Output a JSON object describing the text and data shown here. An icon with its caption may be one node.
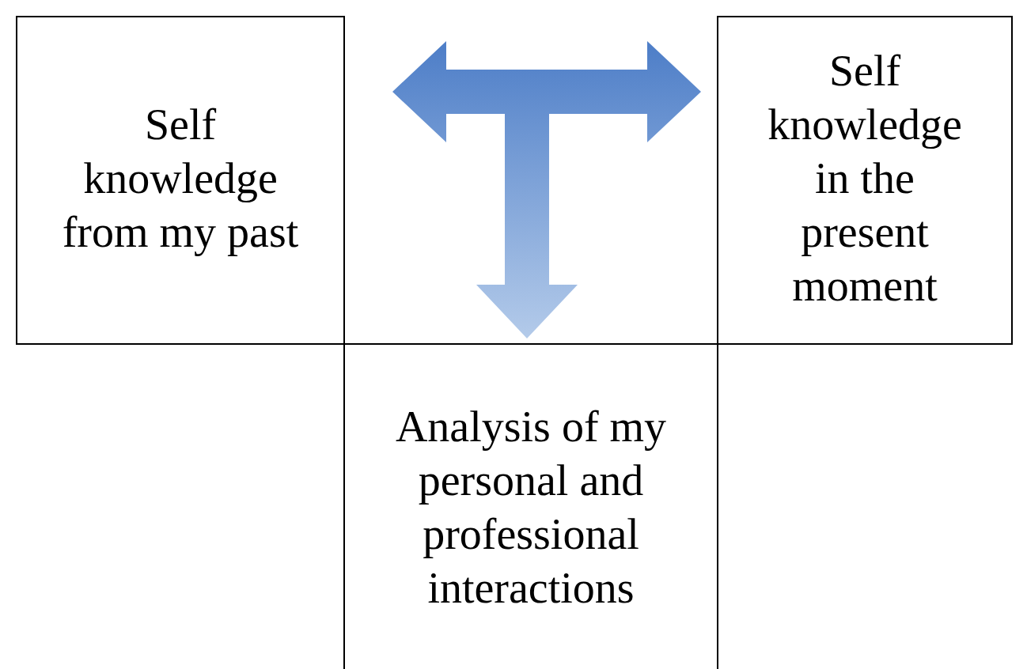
{
  "diagram": {
    "nodes": [
      {
        "text": [
          "Self knowledge from my past"
        ]
      },
      {
        "text": [
          "Self knowledge in the present moment"
        ]
      },
      {
        "text": [
          "Analysis of my personal and professional interactions"
        ]
      }
    ],
    "edges": [
      {
        "from": null,
        "to": 0,
        "arrow": "to"
      },
      {
        "from": null,
        "to": 1,
        "arrow": "to"
      },
      {
        "from": null,
        "to": 2,
        "arrow": "to"
      }
    ]
  }
}
